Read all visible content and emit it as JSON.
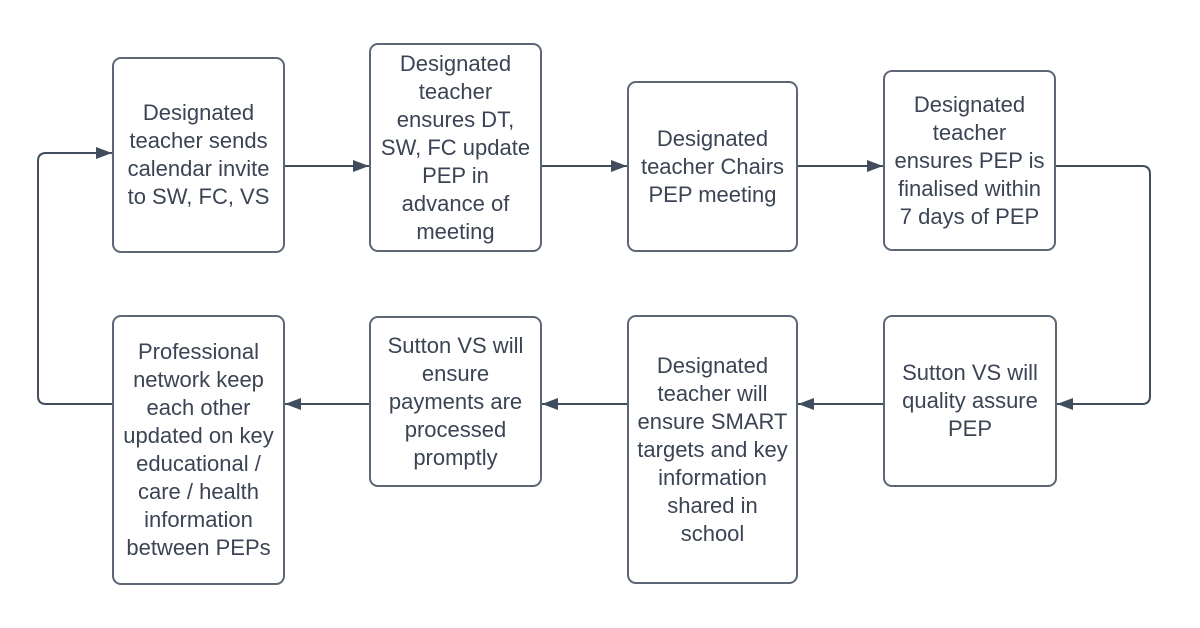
{
  "diagram": {
    "type": "flowchart-cycle",
    "background": "#ffffff",
    "colors": {
      "box_border": "#5d6674",
      "text": "#3b4454",
      "arrow": "#414c5c"
    },
    "nodes": [
      {
        "id": 1,
        "label": "Designated teacher sends calendar invite to SW, FC, VS"
      },
      {
        "id": 2,
        "label": "Designated teacher ensures DT, SW, FC update PEP in advance of meeting"
      },
      {
        "id": 3,
        "label": "Designated teacher Chairs PEP meeting"
      },
      {
        "id": 4,
        "label": "Designated teacher ensures PEP is finalised within 7 days of PEP"
      },
      {
        "id": 5,
        "label": "Sutton VS will quality assure PEP"
      },
      {
        "id": 6,
        "label": "Designated teacher will ensure SMART targets and key information shared in school"
      },
      {
        "id": 7,
        "label": "Sutton VS will ensure payments are processed promptly"
      },
      {
        "id": 8,
        "label": "Professional network keep each other updated on key educational / care / health information between PEPs"
      }
    ],
    "edges": [
      {
        "from": 1,
        "to": 2
      },
      {
        "from": 2,
        "to": 3
      },
      {
        "from": 3,
        "to": 4
      },
      {
        "from": 4,
        "to": 5
      },
      {
        "from": 5,
        "to": 6
      },
      {
        "from": 6,
        "to": 7
      },
      {
        "from": 7,
        "to": 8
      },
      {
        "from": 8,
        "to": 1
      }
    ]
  }
}
